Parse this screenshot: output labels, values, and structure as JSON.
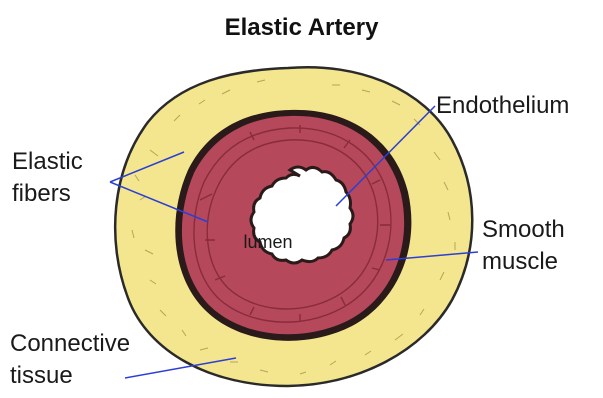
{
  "title": "Elastic Artery",
  "labels": {
    "endothelium": "Endothelium",
    "elastic_fibers": [
      "Elastic",
      "fibers"
    ],
    "smooth_muscle": [
      "Smooth",
      "muscle"
    ],
    "connective_tissue": [
      "Connective",
      "tissue"
    ],
    "lumen": "lumen"
  },
  "colors": {
    "adventitia_fill": "#f3e68e",
    "adventitia_outline": "#2a2a2a",
    "muscle_fill": "#b5485a",
    "muscle_dark": "#7a2333",
    "lumen_fill": "#ffffff",
    "leader_line": "#2b3fd6"
  }
}
